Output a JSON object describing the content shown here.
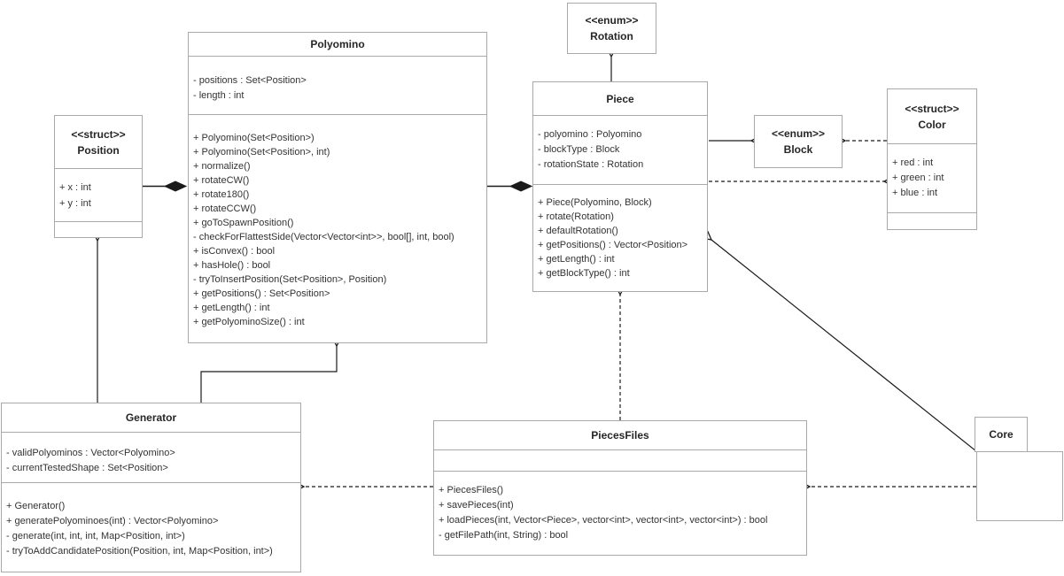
{
  "classes": {
    "polyomino": {
      "title": "Polyomino",
      "attributes": [
        "- positions : Set<Position>",
        "- length : int"
      ],
      "methods": [
        "+ Polyomino(Set<Position>)",
        "+ Polyomino(Set<Position>, int)",
        "+ normalize()",
        "+ rotateCW()",
        "+ rotate180()",
        "+ rotateCCW()",
        "+ goToSpawnPosition()",
        "- checkForFlattestSide(Vector<Vector<int>>, bool[], int, bool)",
        "+ isConvex() : bool",
        "+ hasHole() : bool",
        "- tryToInsertPosition(Set<Position>, Position)",
        "+ getPositions() : Set<Position>",
        "+ getLength() : int",
        "+ getPolyominoSize() : int"
      ]
    },
    "position": {
      "stereotype": "<<struct>>",
      "title": "Position",
      "attributes": [
        "+ x : int",
        "+ y : int"
      ]
    },
    "rotation": {
      "stereotype": "<<enum>>",
      "title": "Rotation"
    },
    "piece": {
      "title": "Piece",
      "attributes": [
        "- polyomino : Polyomino",
        "- blockType : Block",
        "- rotationState : Rotation"
      ],
      "methods": [
        "+ Piece(Polyomino, Block)",
        "+ rotate(Rotation)",
        "+ defaultRotation()",
        "+ getPositions() : Vector<Position>",
        "+ getLength() : int",
        "+ getBlockType() : int"
      ]
    },
    "block": {
      "stereotype": "<<enum>>",
      "title": "Block"
    },
    "color": {
      "stereotype": "<<struct>>",
      "title": "Color",
      "attributes": [
        "+ red : int",
        "+ green : int",
        "+ blue : int"
      ]
    },
    "generator": {
      "title": "Generator",
      "attributes": [
        "- validPolyominos : Vector<Polyomino>",
        "- currentTestedShape : Set<Position>"
      ],
      "methods": [
        "+ Generator()",
        "+ generatePolyominoes(int) : Vector<Polyomino>",
        "- generate(int, int, int, Map<Position, int>)",
        "- tryToAddCandidatePosition(Position, int, Map<Position, int>)"
      ]
    },
    "piecesfiles": {
      "title": "PiecesFiles",
      "methods": [
        "+ PiecesFiles()",
        "+ savePieces(int)",
        "+ loadPieces(int, Vector<Piece>, vector<int>, vector<int>, vector<int>) : bool",
        "- getFilePath(int, String) : bool"
      ]
    },
    "core": {
      "title": "Core",
      "shape": "package"
    }
  },
  "relationships": [
    {
      "source": "Position",
      "target": "Polyomino",
      "kind": "composition",
      "line": "solid"
    },
    {
      "source": "Polyomino",
      "target": "Piece",
      "kind": "composition",
      "line": "solid"
    },
    {
      "source": "Piece",
      "target": "Rotation",
      "kind": "directed-association",
      "line": "solid"
    },
    {
      "source": "Piece",
      "target": "Block",
      "kind": "directed-association",
      "line": "solid"
    },
    {
      "source": "Color",
      "target": "Block",
      "kind": "dependency",
      "line": "dashed"
    },
    {
      "source": "Piece",
      "target": "Color",
      "kind": "dependency",
      "line": "dashed"
    },
    {
      "source": "Generator",
      "target": "Position",
      "kind": "directed-association",
      "line": "solid"
    },
    {
      "source": "Generator",
      "target": "Polyomino",
      "kind": "directed-association",
      "line": "solid"
    },
    {
      "source": "PiecesFiles",
      "target": "Piece",
      "kind": "dependency",
      "line": "dashed"
    },
    {
      "source": "PiecesFiles",
      "target": "Generator",
      "kind": "dependency",
      "line": "dashed"
    },
    {
      "source": "Core",
      "target": "PiecesFiles",
      "kind": "dependency",
      "line": "dashed"
    },
    {
      "source": "Core",
      "target": "Piece",
      "kind": "directed-association",
      "line": "solid"
    }
  ],
  "colors": {
    "background": "#ffffff",
    "box_border": "#a9a9a9",
    "box_fill": "#ffffff",
    "connector_line": "#1a1a1a",
    "member_text": "#333333",
    "title_text": "#262626"
  }
}
